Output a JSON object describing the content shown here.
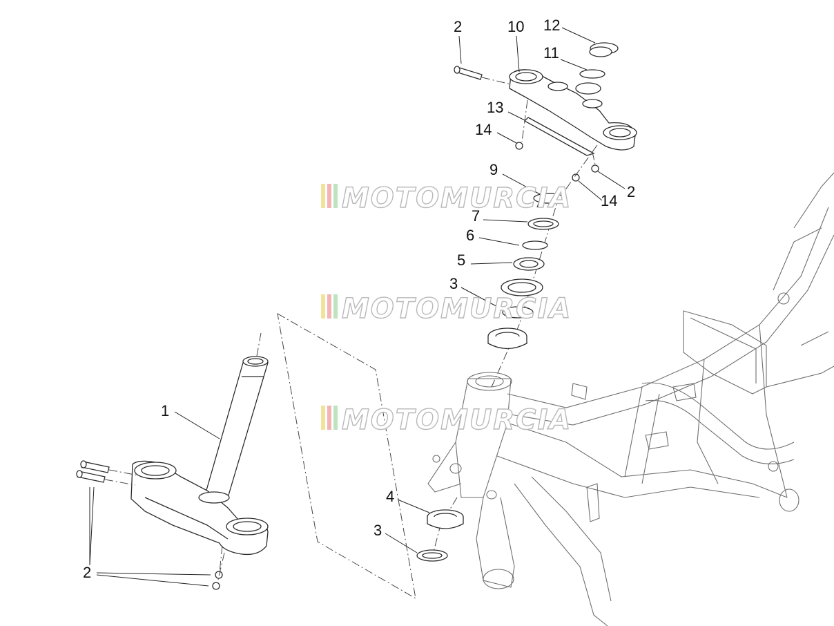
{
  "diagram": {
    "callouts": [
      {
        "id": "c-1",
        "text": "1"
      },
      {
        "id": "c-2a",
        "text": "2"
      },
      {
        "id": "c-2b",
        "text": "2"
      },
      {
        "id": "c-2c",
        "text": "2"
      },
      {
        "id": "c-3a",
        "text": "3"
      },
      {
        "id": "c-3b",
        "text": "3"
      },
      {
        "id": "c-4",
        "text": "4"
      },
      {
        "id": "c-5",
        "text": "5"
      },
      {
        "id": "c-6",
        "text": "6"
      },
      {
        "id": "c-7",
        "text": "7"
      },
      {
        "id": "c-9",
        "text": "9"
      },
      {
        "id": "c-10",
        "text": "10"
      },
      {
        "id": "c-11",
        "text": "11"
      },
      {
        "id": "c-12",
        "text": "12"
      },
      {
        "id": "c-13",
        "text": "13"
      },
      {
        "id": "c-14a",
        "text": "14"
      },
      {
        "id": "c-14b",
        "text": "14"
      }
    ],
    "watermark": {
      "text": "MOTOMURCIA",
      "stripe_colors": [
        "#f2e39a",
        "#f3b4b4",
        "#bfe3bf"
      ]
    }
  }
}
